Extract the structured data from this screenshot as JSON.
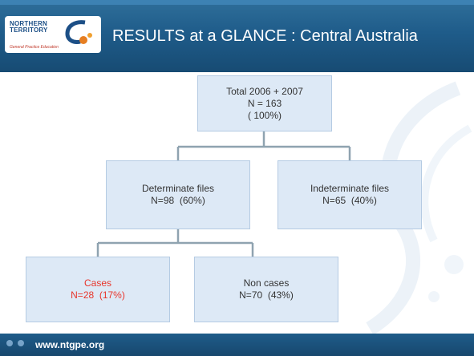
{
  "header": {
    "logo_line1": "NORTHERN",
    "logo_line2": "TERRITORY",
    "logo_sub": "General Practice Education",
    "title": "RESULTS at a GLANCE : Central Australia"
  },
  "diagram": {
    "root": {
      "line1": "Total 2006 + 2007",
      "line2": "N = 163",
      "line3": "( 100%)"
    },
    "determinate": {
      "line1": "Determinate files",
      "line2": "N=98  (60%)"
    },
    "indeterminate": {
      "line1": "Indeterminate files",
      "line2": "N=65  (40%)"
    },
    "cases": {
      "line1": "Cases",
      "line2": "N=28  (17%)"
    },
    "noncases": {
      "line1": "Non cases",
      "line2": "N=70  (43%)"
    }
  },
  "footer": {
    "url": "www.ntgpe.org"
  },
  "colors": {
    "header_blue": "#1f5c8a",
    "box_fill": "#dde9f6",
    "connector": "#8fa3b0",
    "cases_text": "#e8362c"
  }
}
